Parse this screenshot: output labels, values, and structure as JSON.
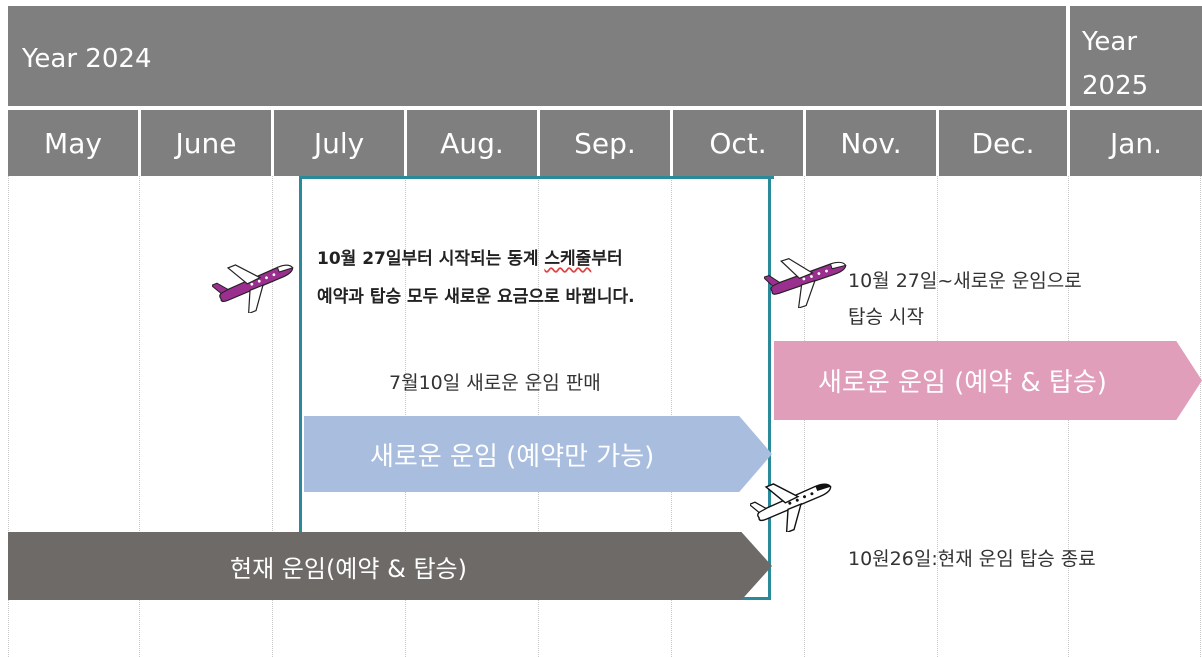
{
  "years": {
    "y2024": "Year 2024",
    "y2025": "Year 2025"
  },
  "months": [
    "May",
    "June",
    "July",
    "Aug.",
    "Sep.",
    "Oct.",
    "Nov.",
    "Dec.",
    "Jan."
  ],
  "notes": {
    "bold_line1_a": "10월 27일부터 시작되는 동계 ",
    "bold_line1_b": "스케줄",
    "bold_line1_c": "부터",
    "bold_line2": "예약과 탑승 모두 새로운 요금으로 바뀝니다.",
    "sale_start": "7월10일 새로운 운임 판매",
    "new_start_line1": "10월 27일~새로운 운임으로",
    "new_start_line2": "탑승 시작",
    "current_end": "10원26일:현재 운임 탑승 종료"
  },
  "bars": {
    "new_booking_only": "새로운 운임 (예약만 가능)",
    "new_full": "새로운 운임 (예약 & 탑승)",
    "current_full": "현재 운임(예약 & 탑승)"
  },
  "colors": {
    "header": "#7f7f7f",
    "box_border": "#2a8a99",
    "blue_bar": "#a9bddf",
    "pink_bar": "#e09ebb",
    "gray_bar": "#6d6a68",
    "plane_purple": "#9b2f8f"
  },
  "icons": [
    "airplane-purple-icon",
    "airplane-purple-icon",
    "airplane-black-icon"
  ]
}
